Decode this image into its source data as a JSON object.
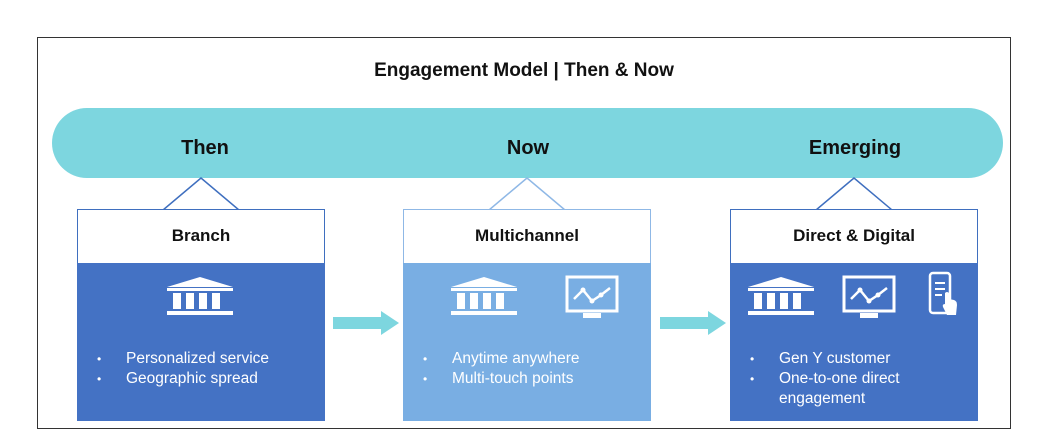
{
  "title": "Engagement Model | Then & Now",
  "phases": [
    "Then",
    "Now",
    "Emerging"
  ],
  "colors": {
    "band": "#7dd6df",
    "card_dark": "#4472c4",
    "card_light": "#79aee3",
    "text_white": "#ffffff"
  },
  "cards": [
    {
      "heading": "Branch",
      "icons": [
        "bank-icon"
      ],
      "bullets": [
        "Personalized service",
        "Geographic spread"
      ]
    },
    {
      "heading": "Multichannel",
      "icons": [
        "bank-icon",
        "monitor-chart-icon"
      ],
      "bullets": [
        "Anytime anywhere",
        "Multi-touch points"
      ]
    },
    {
      "heading": "Direct & Digital",
      "icons": [
        "bank-icon",
        "monitor-chart-icon",
        "mobile-touch-icon"
      ],
      "bullets": [
        "Gen Y customer",
        "One-to-one direct engagement"
      ]
    }
  ]
}
